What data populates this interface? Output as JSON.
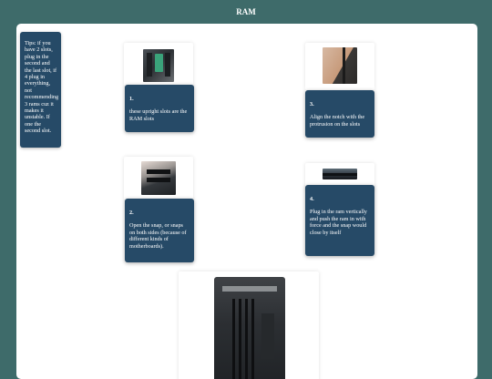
{
  "header": {
    "title": "RAM"
  },
  "tip": {
    "text": "Tips: if you have 2 slots, plug in the second and the last slot, if 4 plug in everything, not recommending 3 rams cuz it makes it unstable. If one the second slot."
  },
  "steps": [
    {
      "number": "1.",
      "text": "these upright slots are the RAM slots"
    },
    {
      "number": "3.",
      "text": "Align the notch with the protrusion on the slots"
    },
    {
      "number": "2.",
      "text": "Open the snap, or snaps on both sides (because of different kinds of motherboards)."
    },
    {
      "number": "4.",
      "text": "Plug in the ram vertically and push the ram in with force and the snap would close by itself"
    }
  ],
  "colors": {
    "background": "#3e6b6a",
    "card": "#264a67",
    "canvas": "#ffffff"
  }
}
